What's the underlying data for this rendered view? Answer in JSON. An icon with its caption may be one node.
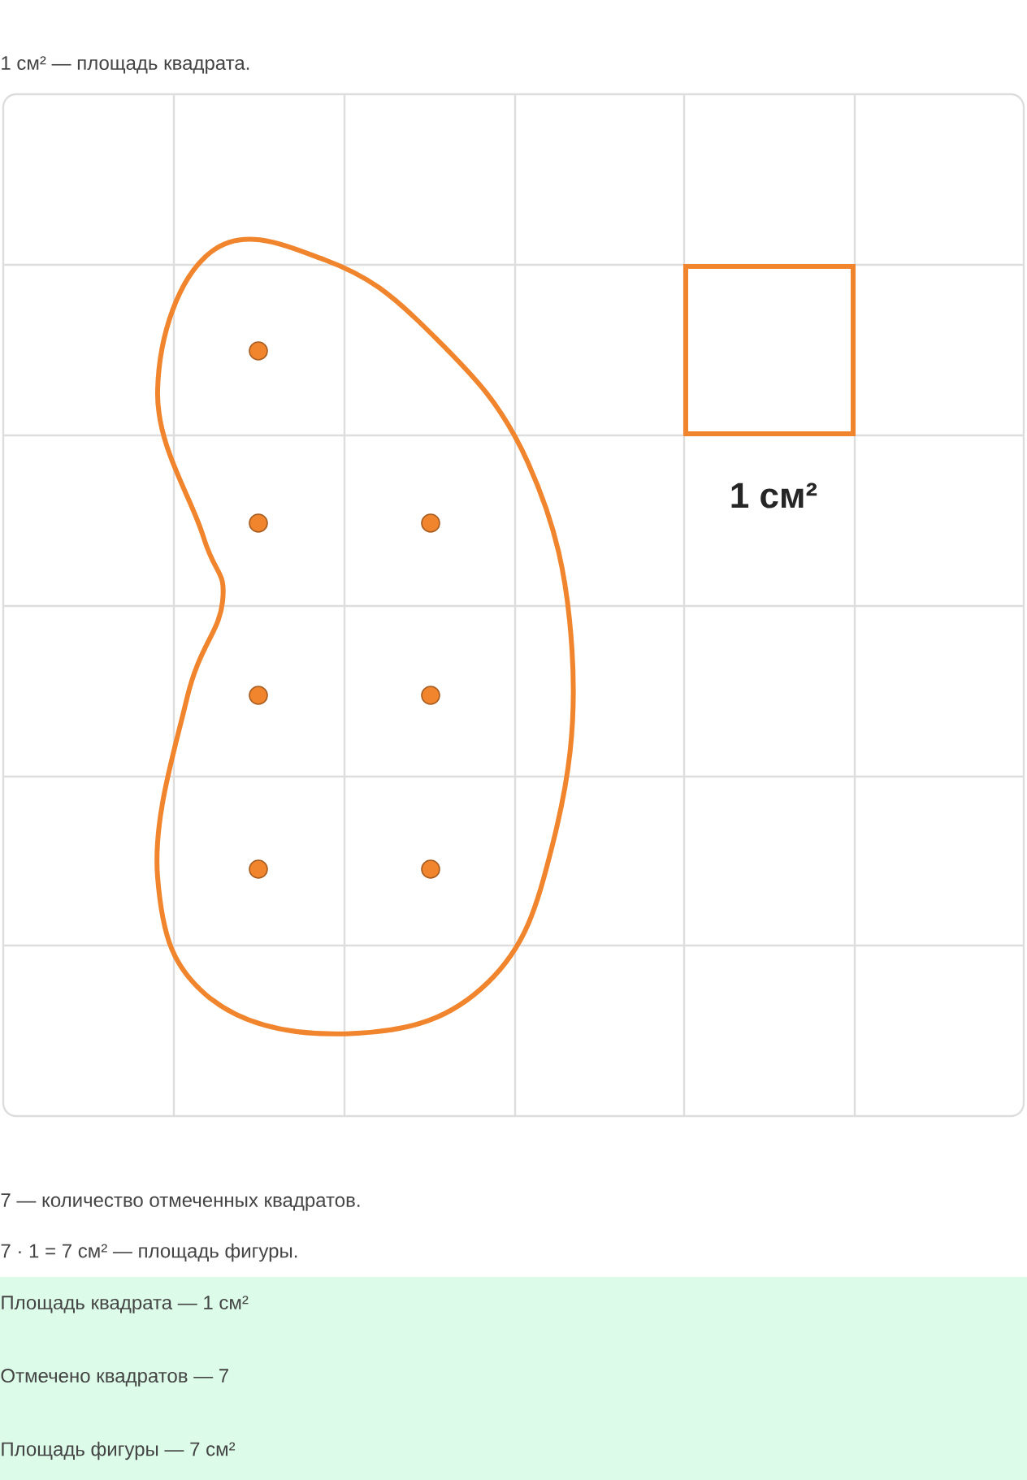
{
  "diagram": {
    "nodes": [
      {
        "text": [],
        "shape": "box",
        "beside": [
          "1 см²"
        ]
      }
    ],
    "labels": [
      "1 см² — площадь квадрата.",
      "7 — количество отмеченных квадратов.",
      "7 · 1 = 7 см² — площадь фигуры.",
      "Площадь квадрата — 1 см²",
      "Отмечено квадратов — 7",
      "Площадь фигуры — 7 см²"
    ]
  }
}
